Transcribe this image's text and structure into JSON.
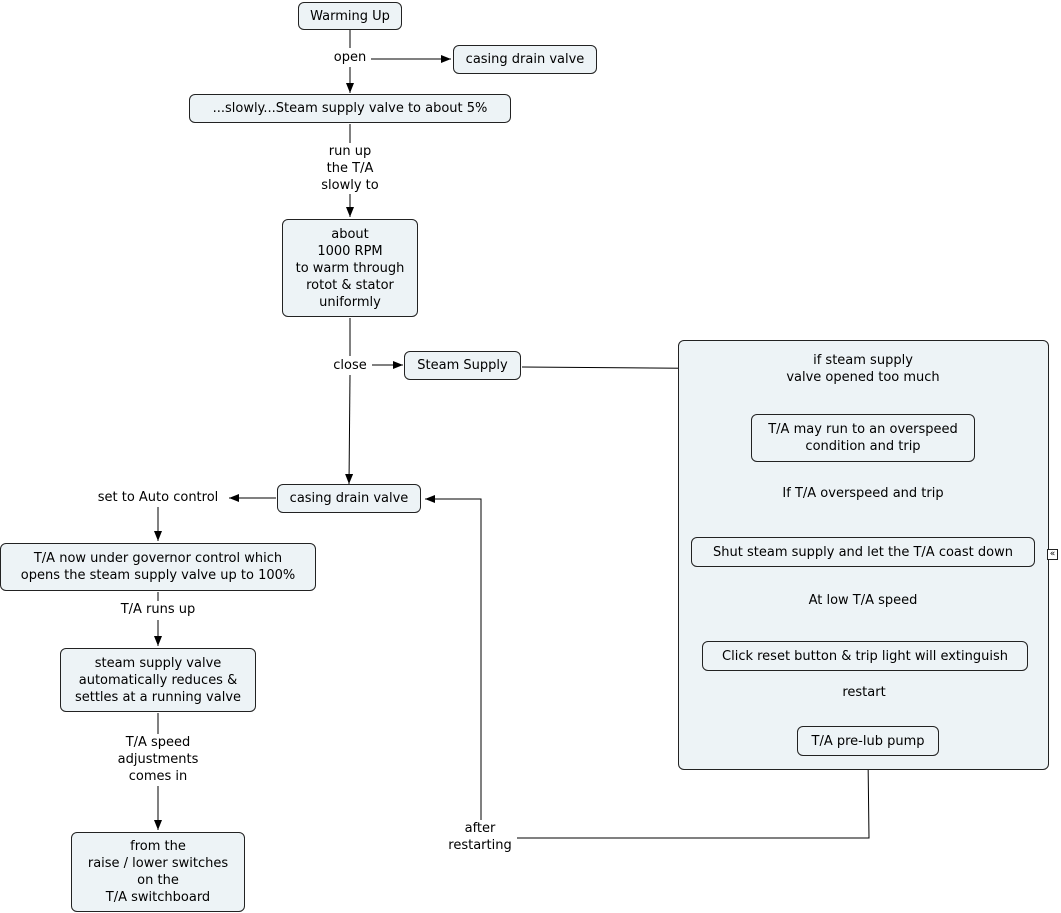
{
  "nodes": {
    "warming_up": "Warming Up",
    "casing_drain_valve_top": "casing drain valve",
    "steam_valve_5": "...slowly...Steam supply valve to about 5%",
    "rpm_1000": "about\n1000 RPM\nto warm through\nrotot & stator\nuniformly",
    "steam_supply": "Steam Supply",
    "casing_drain_valve_mid": "casing drain valve",
    "governor_control": "T/A now under governor control which\nopens the steam supply valve up to 100%",
    "valve_settles": "steam supply valve\nautomatically reduces &\nsettles at a running valve",
    "raise_lower": "from the\nraise / lower switches\non the\nT/A switchboard",
    "overspeed": "T/A may run to an overspeed\ncondition and trip",
    "shut_steam": "Shut steam supply and let the T/A coast down",
    "reset_button": "Click reset button & trip light will extinguish",
    "prelub_pump": "T/A pre-lub pump"
  },
  "links": {
    "open": "open",
    "run_up": "run up\nthe T/A\nslowly to",
    "close": "close",
    "auto_control": "set to Auto control",
    "runs_up": "T/A runs up",
    "speed_adjust": "T/A speed\nadjustments\ncomes in",
    "after_restart": "after\nrestarting",
    "opened_too_much": "if steam supply\nvalve opened too much",
    "if_trip": "If T/A overspeed and trip",
    "low_speed": "At low T/A speed",
    "restart": "restart"
  },
  "controls": {
    "collapse_icon": "«"
  },
  "colors": {
    "node_fill": "#edf3f6",
    "line": "#000000"
  }
}
